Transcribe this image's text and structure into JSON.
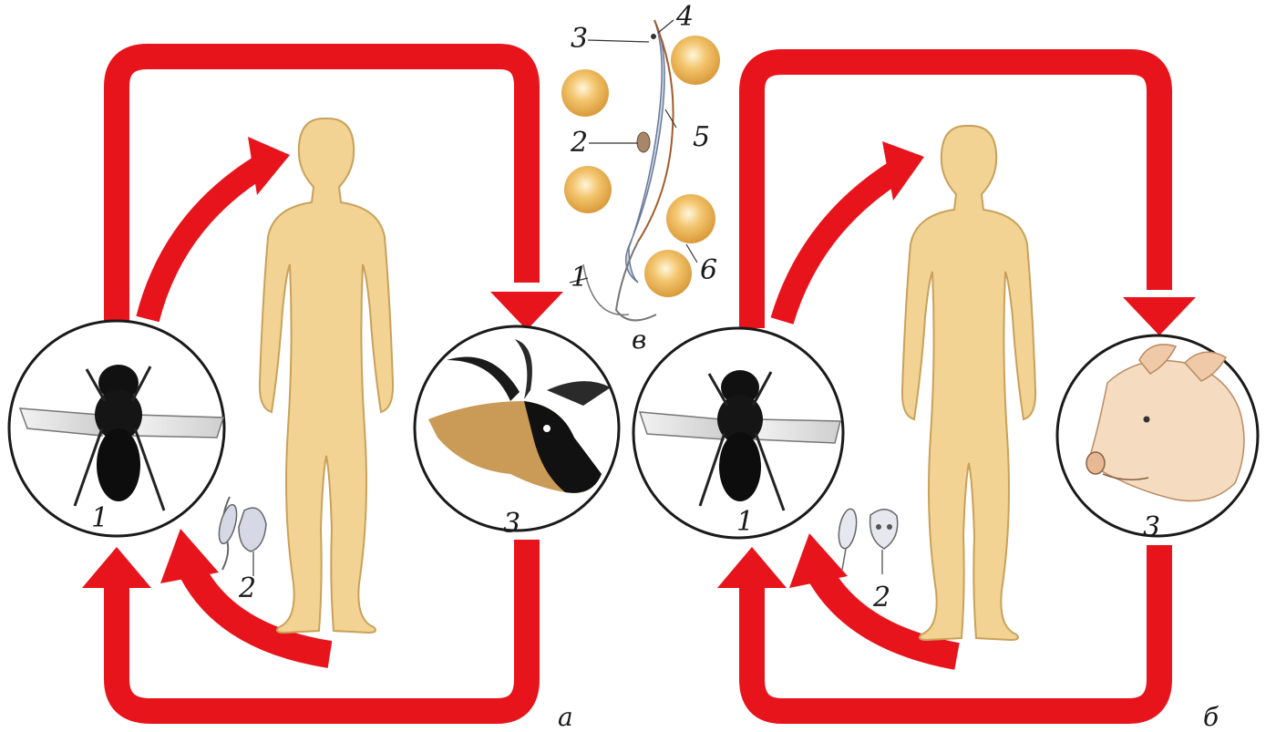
{
  "figure": {
    "panel_labels": {
      "left": "а",
      "right": "б",
      "detail": "в"
    },
    "left_cycle": {
      "vector_number": "1",
      "parasite_number": "2",
      "reservoir_number": "3",
      "reservoir": "antelope-head",
      "vector": "tsetse-fly",
      "host": "human-silhouette"
    },
    "right_cycle": {
      "vector_number": "1",
      "parasite_number": "2",
      "reservoir_number": "3",
      "reservoir": "pig-head",
      "vector": "tsetse-fly",
      "host": "human-silhouette"
    },
    "detail_labels": [
      "1",
      "2",
      "3",
      "4",
      "5",
      "6"
    ]
  },
  "colors": {
    "arrow": "#e8141c",
    "body": "#f2d393",
    "body_outline": "#c9a15a",
    "circle_outline": "#1a1a1a",
    "blood_cell": "#e9b05a"
  }
}
